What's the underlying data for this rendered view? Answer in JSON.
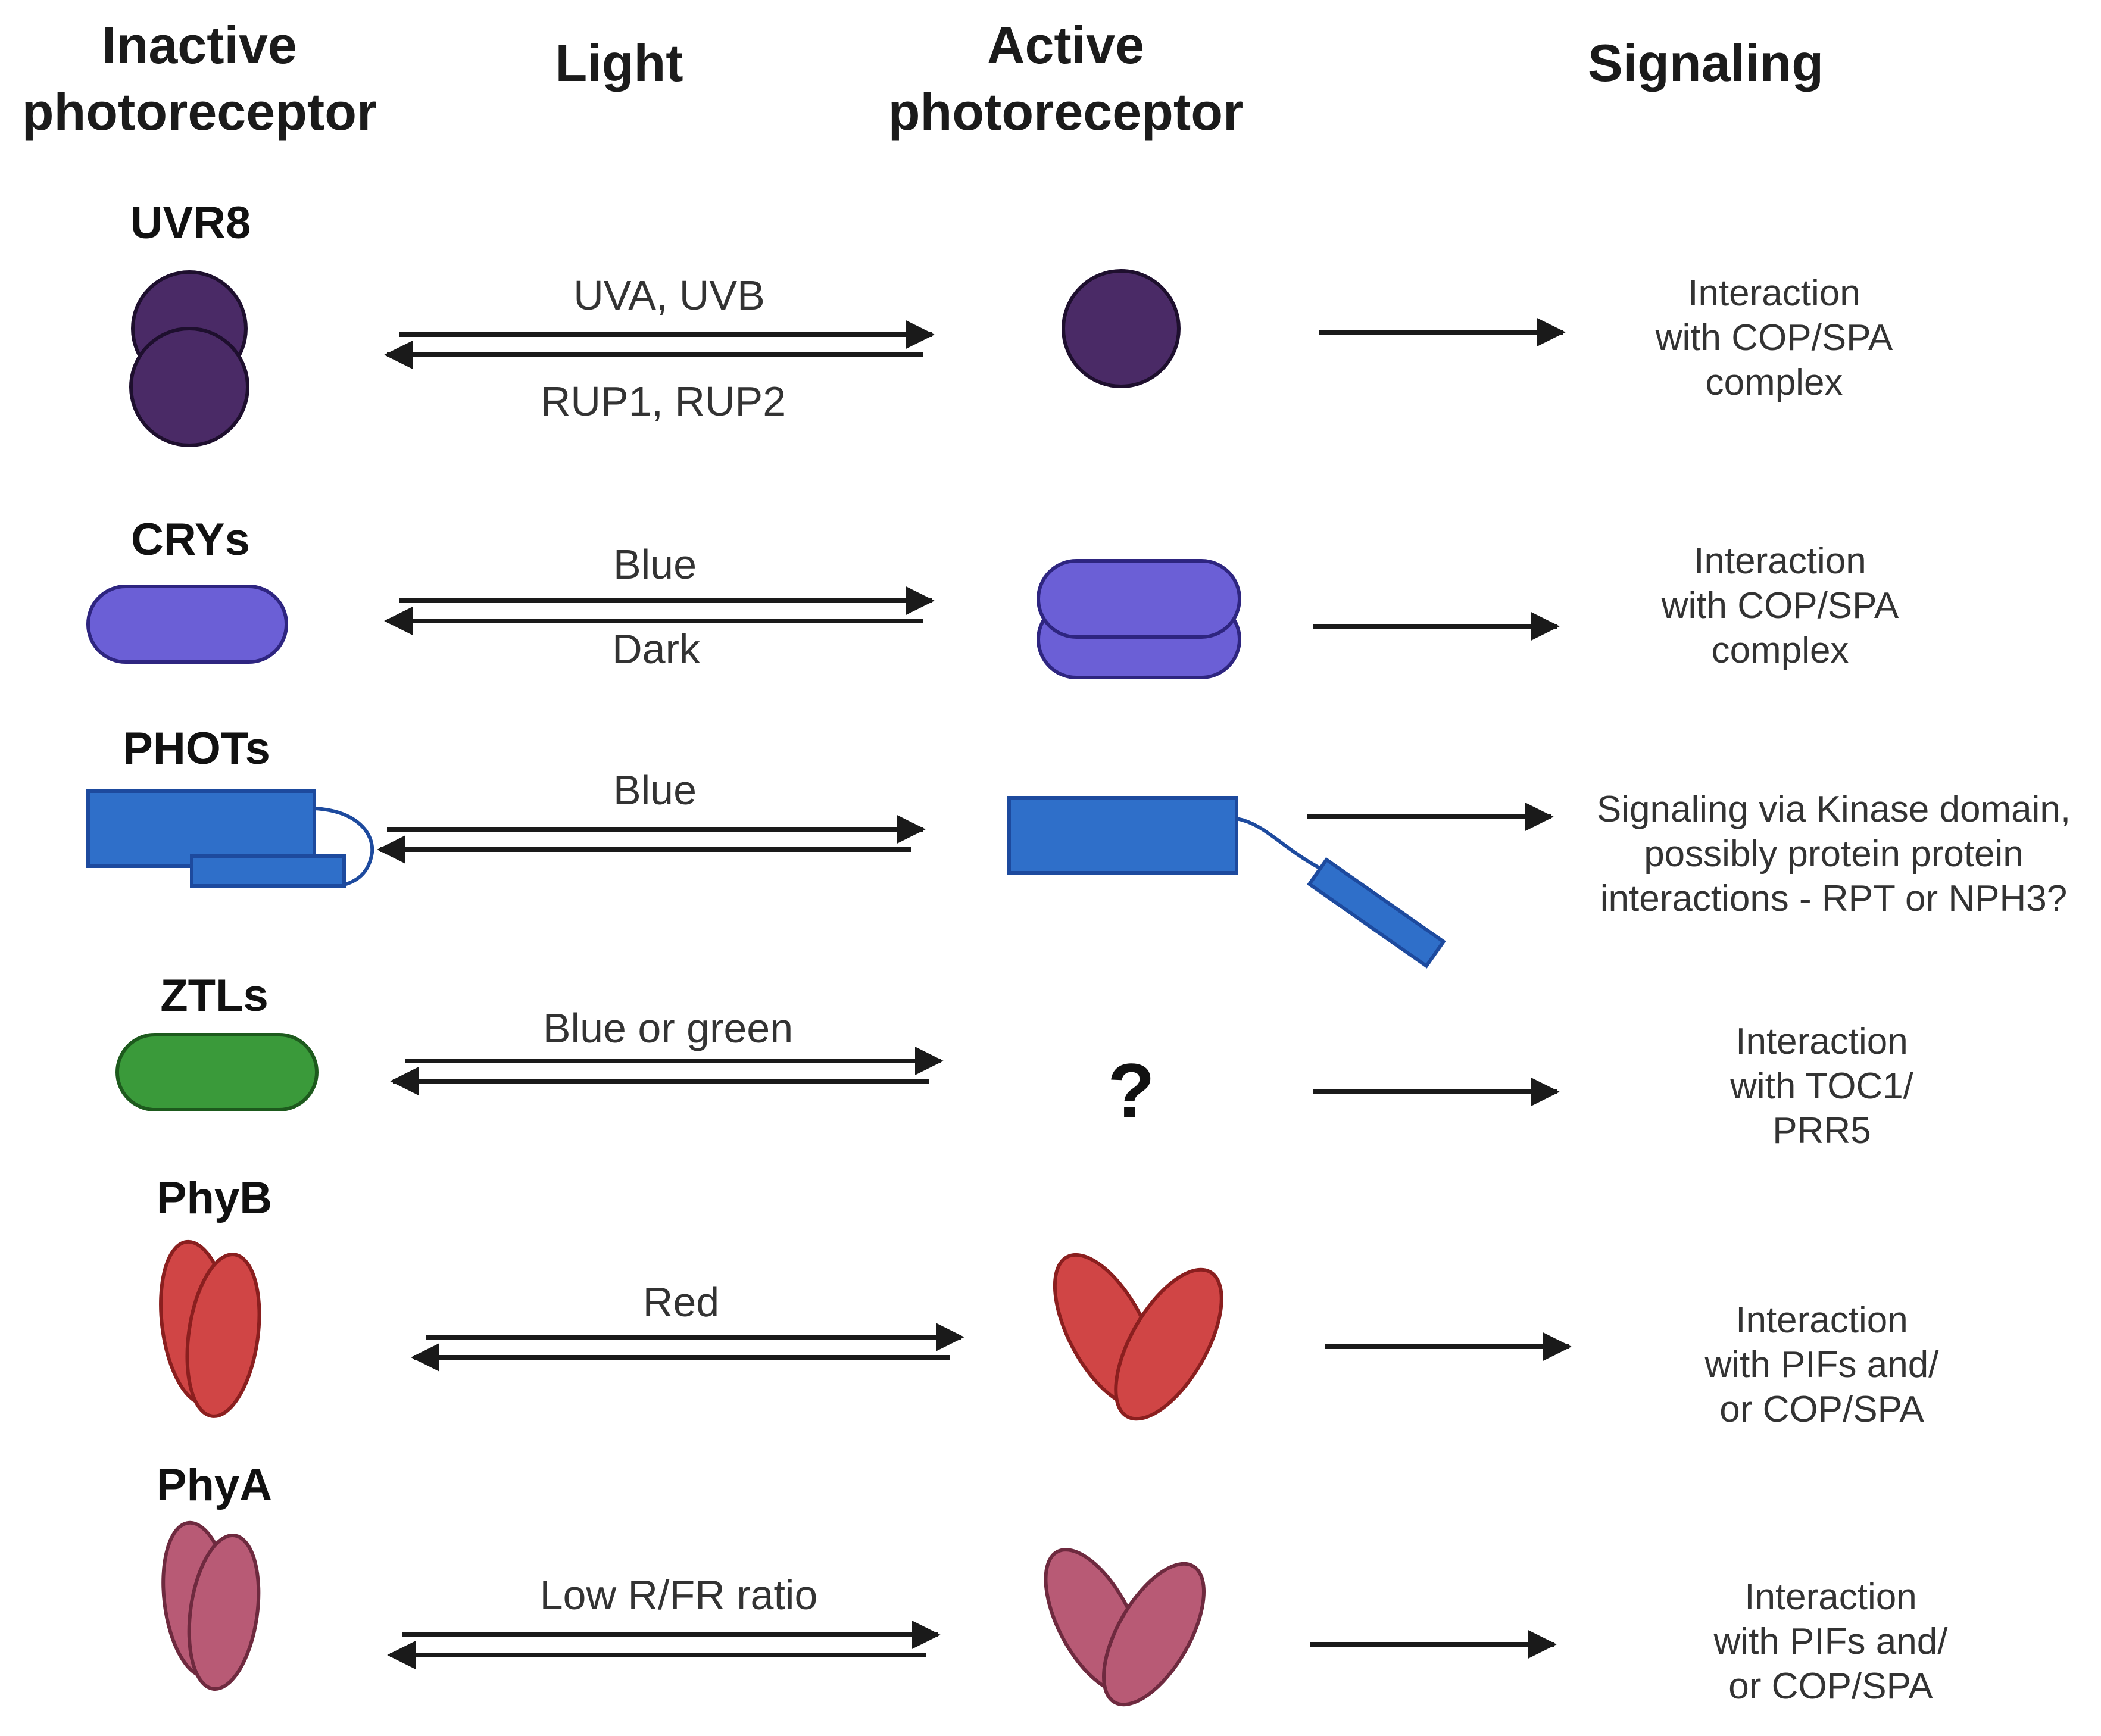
{
  "headers": {
    "inactive": "Inactive\nphotoreceptor",
    "light": "Light",
    "active": "Active\nphotoreceptor",
    "signaling": "Signaling"
  },
  "rows": [
    {
      "name": "UVR8",
      "forward": "UVA, UVB",
      "reverse": "RUP1, RUP2",
      "signaling": "Interaction\nwith COP/SPA\ncomplex",
      "color": "#4a2a66"
    },
    {
      "name": "CRYs",
      "forward": "Blue",
      "reverse": "Dark",
      "signaling": "Interaction\nwith COP/SPA\ncomplex",
      "color": "#6b5fd6"
    },
    {
      "name": "PHOTs",
      "forward": "Blue",
      "reverse": "",
      "signaling": "Signaling via Kinase domain,\npossibly protein protein\ninteractions - RPT or NPH3?",
      "color": "#2f6fc9"
    },
    {
      "name": "ZTLs",
      "forward": "Blue or green",
      "reverse": "",
      "active_state": "?",
      "signaling": "Interaction\nwith TOC1/\nPRR5",
      "color": "#3a9a3a"
    },
    {
      "name": "PhyB",
      "forward": "Red",
      "reverse": "",
      "signaling": "Interaction\nwith PIFs and/\nor COP/SPA",
      "color": "#d04545"
    },
    {
      "name": "PhyA",
      "forward": "Low R/FR ratio",
      "reverse": "",
      "signaling": "Interaction\nwith PIFs and/\nor COP/SPA",
      "color": "#b85a75"
    }
  ]
}
